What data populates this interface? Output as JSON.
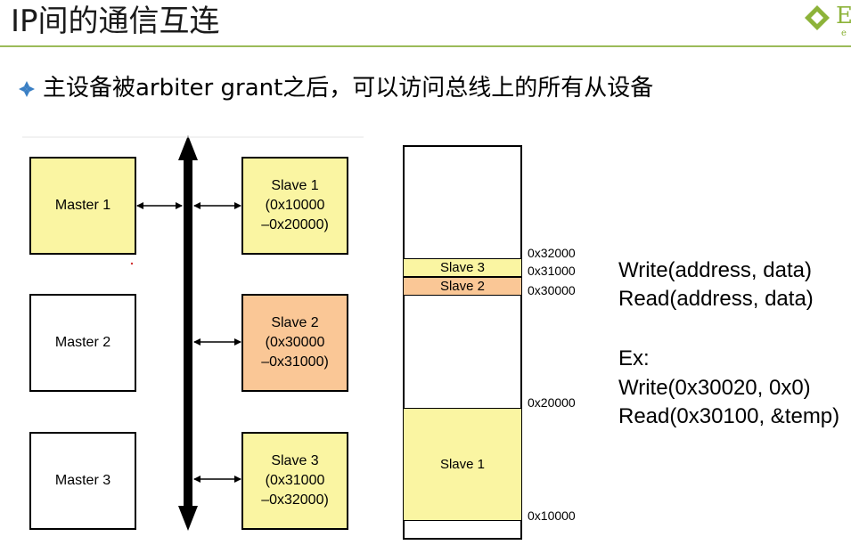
{
  "header": {
    "title": "IP间的通信互连",
    "logo_text": "E",
    "logo_subtext": "e"
  },
  "bullet": {
    "icon": "diamond-bullet-icon",
    "text": "主设备被arbiter grant之后，可以访问总线上的所有从设备"
  },
  "masters": [
    {
      "label": "Master 1"
    },
    {
      "label": "Master 2"
    },
    {
      "label": "Master 3"
    }
  ],
  "slaves": [
    {
      "name": "Slave 1",
      "range_start": "(0x10000",
      "range_end": "–0x20000)"
    },
    {
      "name": "Slave 2",
      "range_start": "(0x30000",
      "range_end": "–0x31000)"
    },
    {
      "name": "Slave 3",
      "range_start": "(0x31000",
      "range_end": "–0x32000)"
    }
  ],
  "memory_map": {
    "segments": [
      {
        "label": "Slave 3"
      },
      {
        "label": "Slave 2"
      },
      {
        "label": "Slave 1"
      }
    ],
    "addresses": [
      "0x32000",
      "0x31000",
      "0x30000",
      "0x20000",
      "0x10000"
    ]
  },
  "code": {
    "line1": "Write(address, data)",
    "line2": "Read(address, data)",
    "line3": "Ex:",
    "line4": "Write(0x30020, 0x0)",
    "line5": "Read(0x30100, &temp)"
  },
  "colors": {
    "accent_rule": "#9bbb59",
    "master1_fill": "#faf5a2",
    "slave_yellow": "#faf5a2",
    "slave_orange": "#fac796",
    "logo_green": "#8db33a",
    "bullet_blue": "#3a7fc4"
  }
}
